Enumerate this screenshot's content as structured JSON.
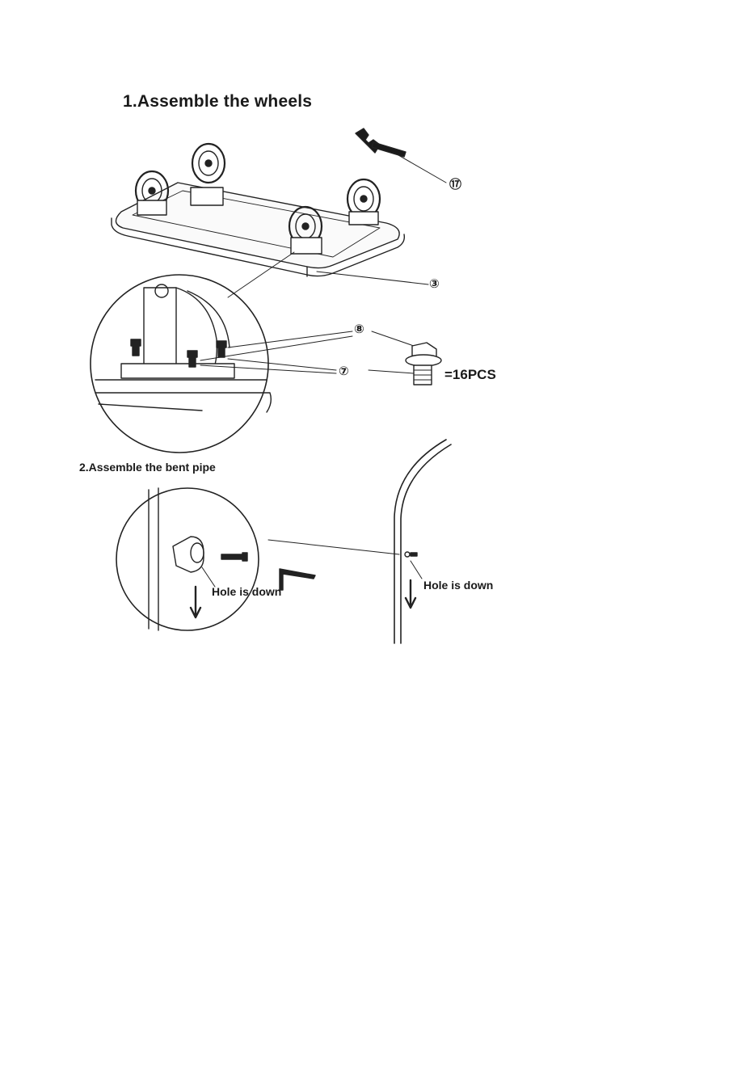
{
  "step1": {
    "title": "1.Assemble the wheels"
  },
  "step2": {
    "title": "2.Assemble the bent pipe"
  },
  "callouts": {
    "wrench": "⑰",
    "base": "③",
    "bolt": "⑧",
    "washer": "⑦"
  },
  "quantity": {
    "text": "=16PCS"
  },
  "notes": {
    "hole_left": "Hole is down",
    "hole_right": "Hole is down"
  },
  "icons": [
    "wrench-icon",
    "caster-wheel-icon",
    "bolt-icon",
    "allen-key-icon",
    "arrow-down-icon"
  ]
}
